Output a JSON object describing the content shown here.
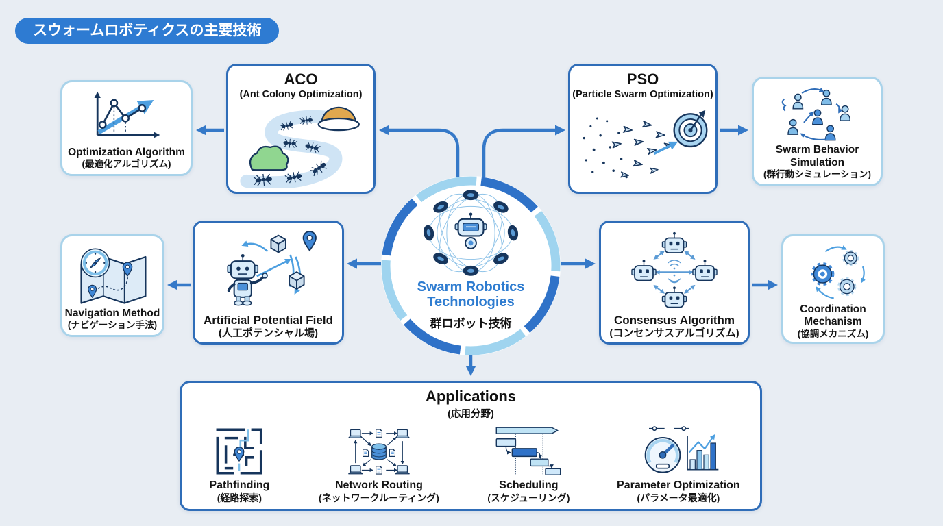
{
  "title": "スウォームロボティクスの主要技術",
  "center": {
    "title_en": "Swarm Robotics Technologies",
    "title_ja": "群ロボット技術"
  },
  "nodes": {
    "aco": {
      "title": "ACO",
      "subtitle": "(Ant Colony Optimization)"
    },
    "pso": {
      "title": "PSO",
      "subtitle": "(Particle Swarm Optimization)"
    },
    "optimization_algorithm": {
      "label_en": "Optimization Algorithm",
      "label_ja": "(最適化アルゴリズム)"
    },
    "swarm_behavior_simulation": {
      "label_en": "Swarm Behavior Simulation",
      "label_ja": "(群行動シミュレーション)"
    },
    "navigation_method": {
      "label_en": "Navigation Method",
      "label_ja": "(ナビゲーション手法)"
    },
    "artificial_potential_field": {
      "label_en": "Artificial Potential Field",
      "label_ja": "(人工ポテンシャル場)"
    },
    "consensus_algorithm": {
      "label_en": "Consensus Algorithm",
      "label_ja": "(コンセンサスアルゴリズム)"
    },
    "coordination_mechanism": {
      "label_en": "Coordination Mechanism",
      "label_ja": "(協調メカニズム)"
    }
  },
  "applications": {
    "title": "Applications",
    "subtitle": "(応用分野)",
    "items": [
      {
        "label_en": "Pathfinding",
        "label_ja": "(経路探索)",
        "icon": "maze-icon"
      },
      {
        "label_en": "Network Routing",
        "label_ja": "(ネットワークルーティング)",
        "icon": "network-routing-icon"
      },
      {
        "label_en": "Scheduling",
        "label_ja": "(スケジューリング)",
        "icon": "gantt-chart-icon"
      },
      {
        "label_en": "Parameter Optimization",
        "label_ja": "(パラメータ最適化)",
        "icon": "gauge-icon"
      }
    ]
  },
  "colors": {
    "background": "#e8edf3",
    "title_pill": "#2e7bd2",
    "strong_border": "#2f6db8",
    "light_border": "#a9d3ea",
    "arrow": "#3579c8",
    "accent_text": "#2e7cd0",
    "ring_dark": "#2f72c8",
    "ring_light": "#9fd4ef"
  }
}
